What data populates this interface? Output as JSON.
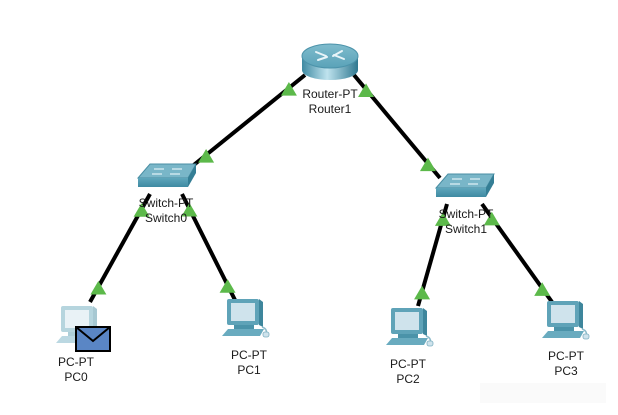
{
  "topology": {
    "devices": [
      {
        "id": "router1",
        "type": "router",
        "model": "Router-PT",
        "name": "Router1"
      },
      {
        "id": "switch0",
        "type": "switch",
        "model": "Switch-PT",
        "name": "Switch0"
      },
      {
        "id": "switch1",
        "type": "switch",
        "model": "Switch-PT",
        "name": "Switch1"
      },
      {
        "id": "pc0",
        "type": "pc",
        "model": "PC-PT",
        "name": "PC0",
        "has_pdu": true
      },
      {
        "id": "pc1",
        "type": "pc",
        "model": "PC-PT",
        "name": "PC1"
      },
      {
        "id": "pc2",
        "type": "pc",
        "model": "PC-PT",
        "name": "PC2"
      },
      {
        "id": "pc3",
        "type": "pc",
        "model": "PC-PT",
        "name": "PC3"
      }
    ],
    "links": [
      {
        "from": "router1",
        "to": "switch0",
        "status": "up"
      },
      {
        "from": "router1",
        "to": "switch1",
        "status": "up"
      },
      {
        "from": "switch0",
        "to": "pc0",
        "status": "up"
      },
      {
        "from": "switch0",
        "to": "pc1",
        "status": "up"
      },
      {
        "from": "switch1",
        "to": "pc2",
        "status": "up"
      },
      {
        "from": "switch1",
        "to": "pc3",
        "status": "up"
      }
    ]
  },
  "colors": {
    "link": "#000000",
    "link_up_indicator": "#5cb94a",
    "device_body": "#5fa3b8",
    "pc_screen": "#cfe3ec",
    "pdu_envelope": "#5a86c5"
  }
}
